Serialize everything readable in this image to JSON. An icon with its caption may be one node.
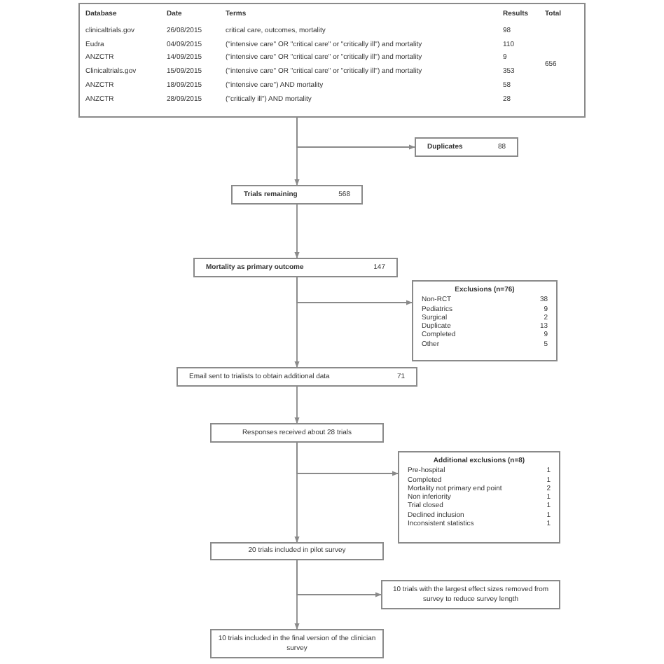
{
  "diagram": {
    "nodes": [
      {
        "text": [
          "Database",
          "Date",
          "Terms",
          "Results",
          "Total",
          "clinicaltrials.gov",
          "26/08/2015",
          "critical care, outcomes, mortality",
          "98",
          "656",
          "Eudra",
          "04/09/2015",
          "(\"intensive care\" OR \"critical care\" or \"critically ill\") and mortality",
          "110",
          "ANZCTR",
          "14/09/2015",
          "(\"intensive care\" OR \"critical care\" or \"critically ill\") and mortality",
          "9",
          "Clinicaltrials.gov",
          "15/09/2015",
          "(\"intensive care\" OR \"critical care\" or \"critically ill\") and mortality",
          "353",
          "ANZCTR",
          "18/09/2015",
          "(\"intensive care\") AND mortality",
          "58",
          "ANZCTR",
          "28/09/2015",
          "(\"critically ill\") AND mortality",
          "28"
        ]
      },
      {
        "text": [
          "Duplicates",
          "88"
        ]
      },
      {
        "text": [
          "Trials remaining",
          "568"
        ]
      },
      {
        "text": [
          "Mortality as primary outcome",
          "147"
        ]
      },
      {
        "text": [
          "Exclusions (n=76)",
          "Non-RCT",
          "38",
          "Pediatrics",
          "9",
          "Surgical",
          "2",
          "Duplicate",
          "13",
          "Completed",
          "9",
          "Other",
          "5"
        ]
      },
      {
        "text": [
          "Email sent to trialists to obtain additional data",
          "71"
        ]
      },
      {
        "text": [
          "Responses received about 28 trials"
        ]
      },
      {
        "text": [
          "Additional exclusions (n=8)",
          "Pre-hospital",
          "1",
          "Completed",
          "1",
          "Mortality not primary end point",
          "2",
          "Non inferiority",
          "1",
          "Trial closed",
          "1",
          "Declined inclusion",
          "1",
          "Inconsistent statistics",
          "1"
        ]
      },
      {
        "text": [
          "20 trials included in pilot survey"
        ]
      },
      {
        "text": [
          "10 trials with the largest effect sizes removed from survey to reduce survey length"
        ]
      },
      {
        "text": [
          "10 trials included in the final version of the clinician survey"
        ]
      }
    ],
    "edges": [
      {
        "from": 0,
        "to": 1,
        "arrow": "to"
      },
      {
        "from": 0,
        "to": 2,
        "arrow": "to"
      },
      {
        "from": 2,
        "to": 3,
        "arrow": "to"
      },
      {
        "from": 3,
        "to": 4,
        "arrow": "to"
      },
      {
        "from": 3,
        "to": 5,
        "arrow": "to"
      },
      {
        "from": 5,
        "to": 6,
        "arrow": "to"
      },
      {
        "from": 6,
        "to": 7,
        "arrow": "to"
      },
      {
        "from": 6,
        "to": 8,
        "arrow": "to"
      },
      {
        "from": 8,
        "to": 9,
        "arrow": "to"
      },
      {
        "from": 8,
        "to": 10,
        "arrow": "to"
      }
    ]
  }
}
